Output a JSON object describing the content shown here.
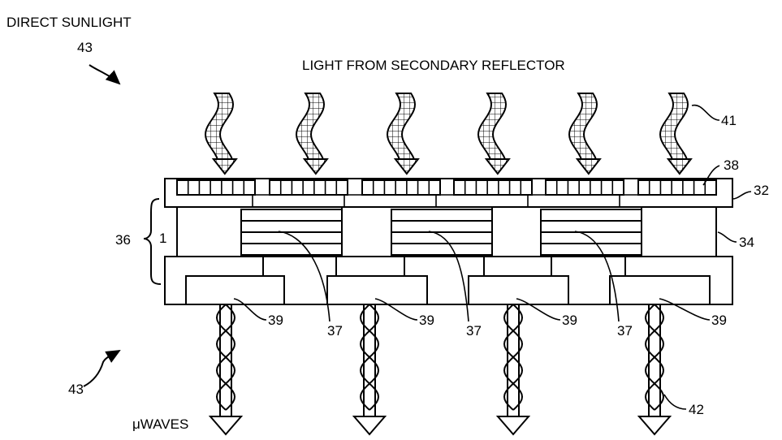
{
  "captions": {
    "direct_sunlight": "DIRECT SUNLIGHT",
    "light_from_reflector": "LIGHT FROM SECONDARY REFLECTOR",
    "microwaves": "μWAVES"
  },
  "refs": {
    "r43_top": "43",
    "r43_bottom": "43",
    "r41": "41",
    "r38": "38",
    "r32": "32",
    "r36": "36",
    "r1": "1",
    "r34": "34",
    "r39": [
      "39",
      "39",
      "39",
      "39"
    ],
    "r37": [
      "37",
      "37",
      "37"
    ],
    "r42": "42"
  },
  "counts": {
    "incoming_light_arrows": 6,
    "outgoing_microwave_arrows": 4,
    "solar_cell_stacks": 3,
    "antenna_elements": 4
  },
  "colors": {
    "line": "#000000",
    "background": "#ffffff"
  }
}
